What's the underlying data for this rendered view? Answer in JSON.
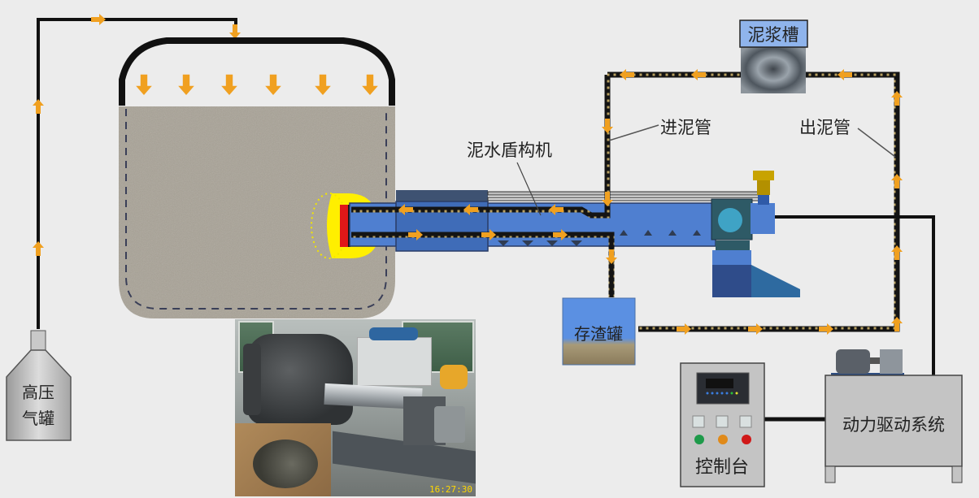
{
  "title": "泥水盾构机试验系统示意图",
  "labels": {
    "gas_tank_line1": "高压",
    "gas_tank_line2": "气罐",
    "slurry_tank": "泥浆槽",
    "inlet_pipe": "进泥管",
    "outlet_pipe": "出泥管",
    "shield_machine": "泥水盾构机",
    "muck_tank": "存渣罐",
    "control_console": "控制台",
    "power_drive": "动力驱动系统"
  },
  "photo": {
    "timestamp": "16:27:30"
  },
  "colors": {
    "background": "#ececec",
    "arrow": "#f0a020",
    "pipe": "#111111",
    "machine_blue": "#4f7fd0",
    "machine_dark": "#2f4c8a",
    "soil": "#a8a296",
    "cutter_yellow": "#ffef00",
    "cutter_red": "#e01818",
    "slurry_label_bg": "#8fb4ec",
    "muck_tank_blue": "#5b8fe0",
    "gray_box": "#c4c4c4"
  },
  "icons": {
    "flow_arrow": "flow-arrow-icon",
    "indicator_lights": [
      "green",
      "orange",
      "red"
    ]
  }
}
